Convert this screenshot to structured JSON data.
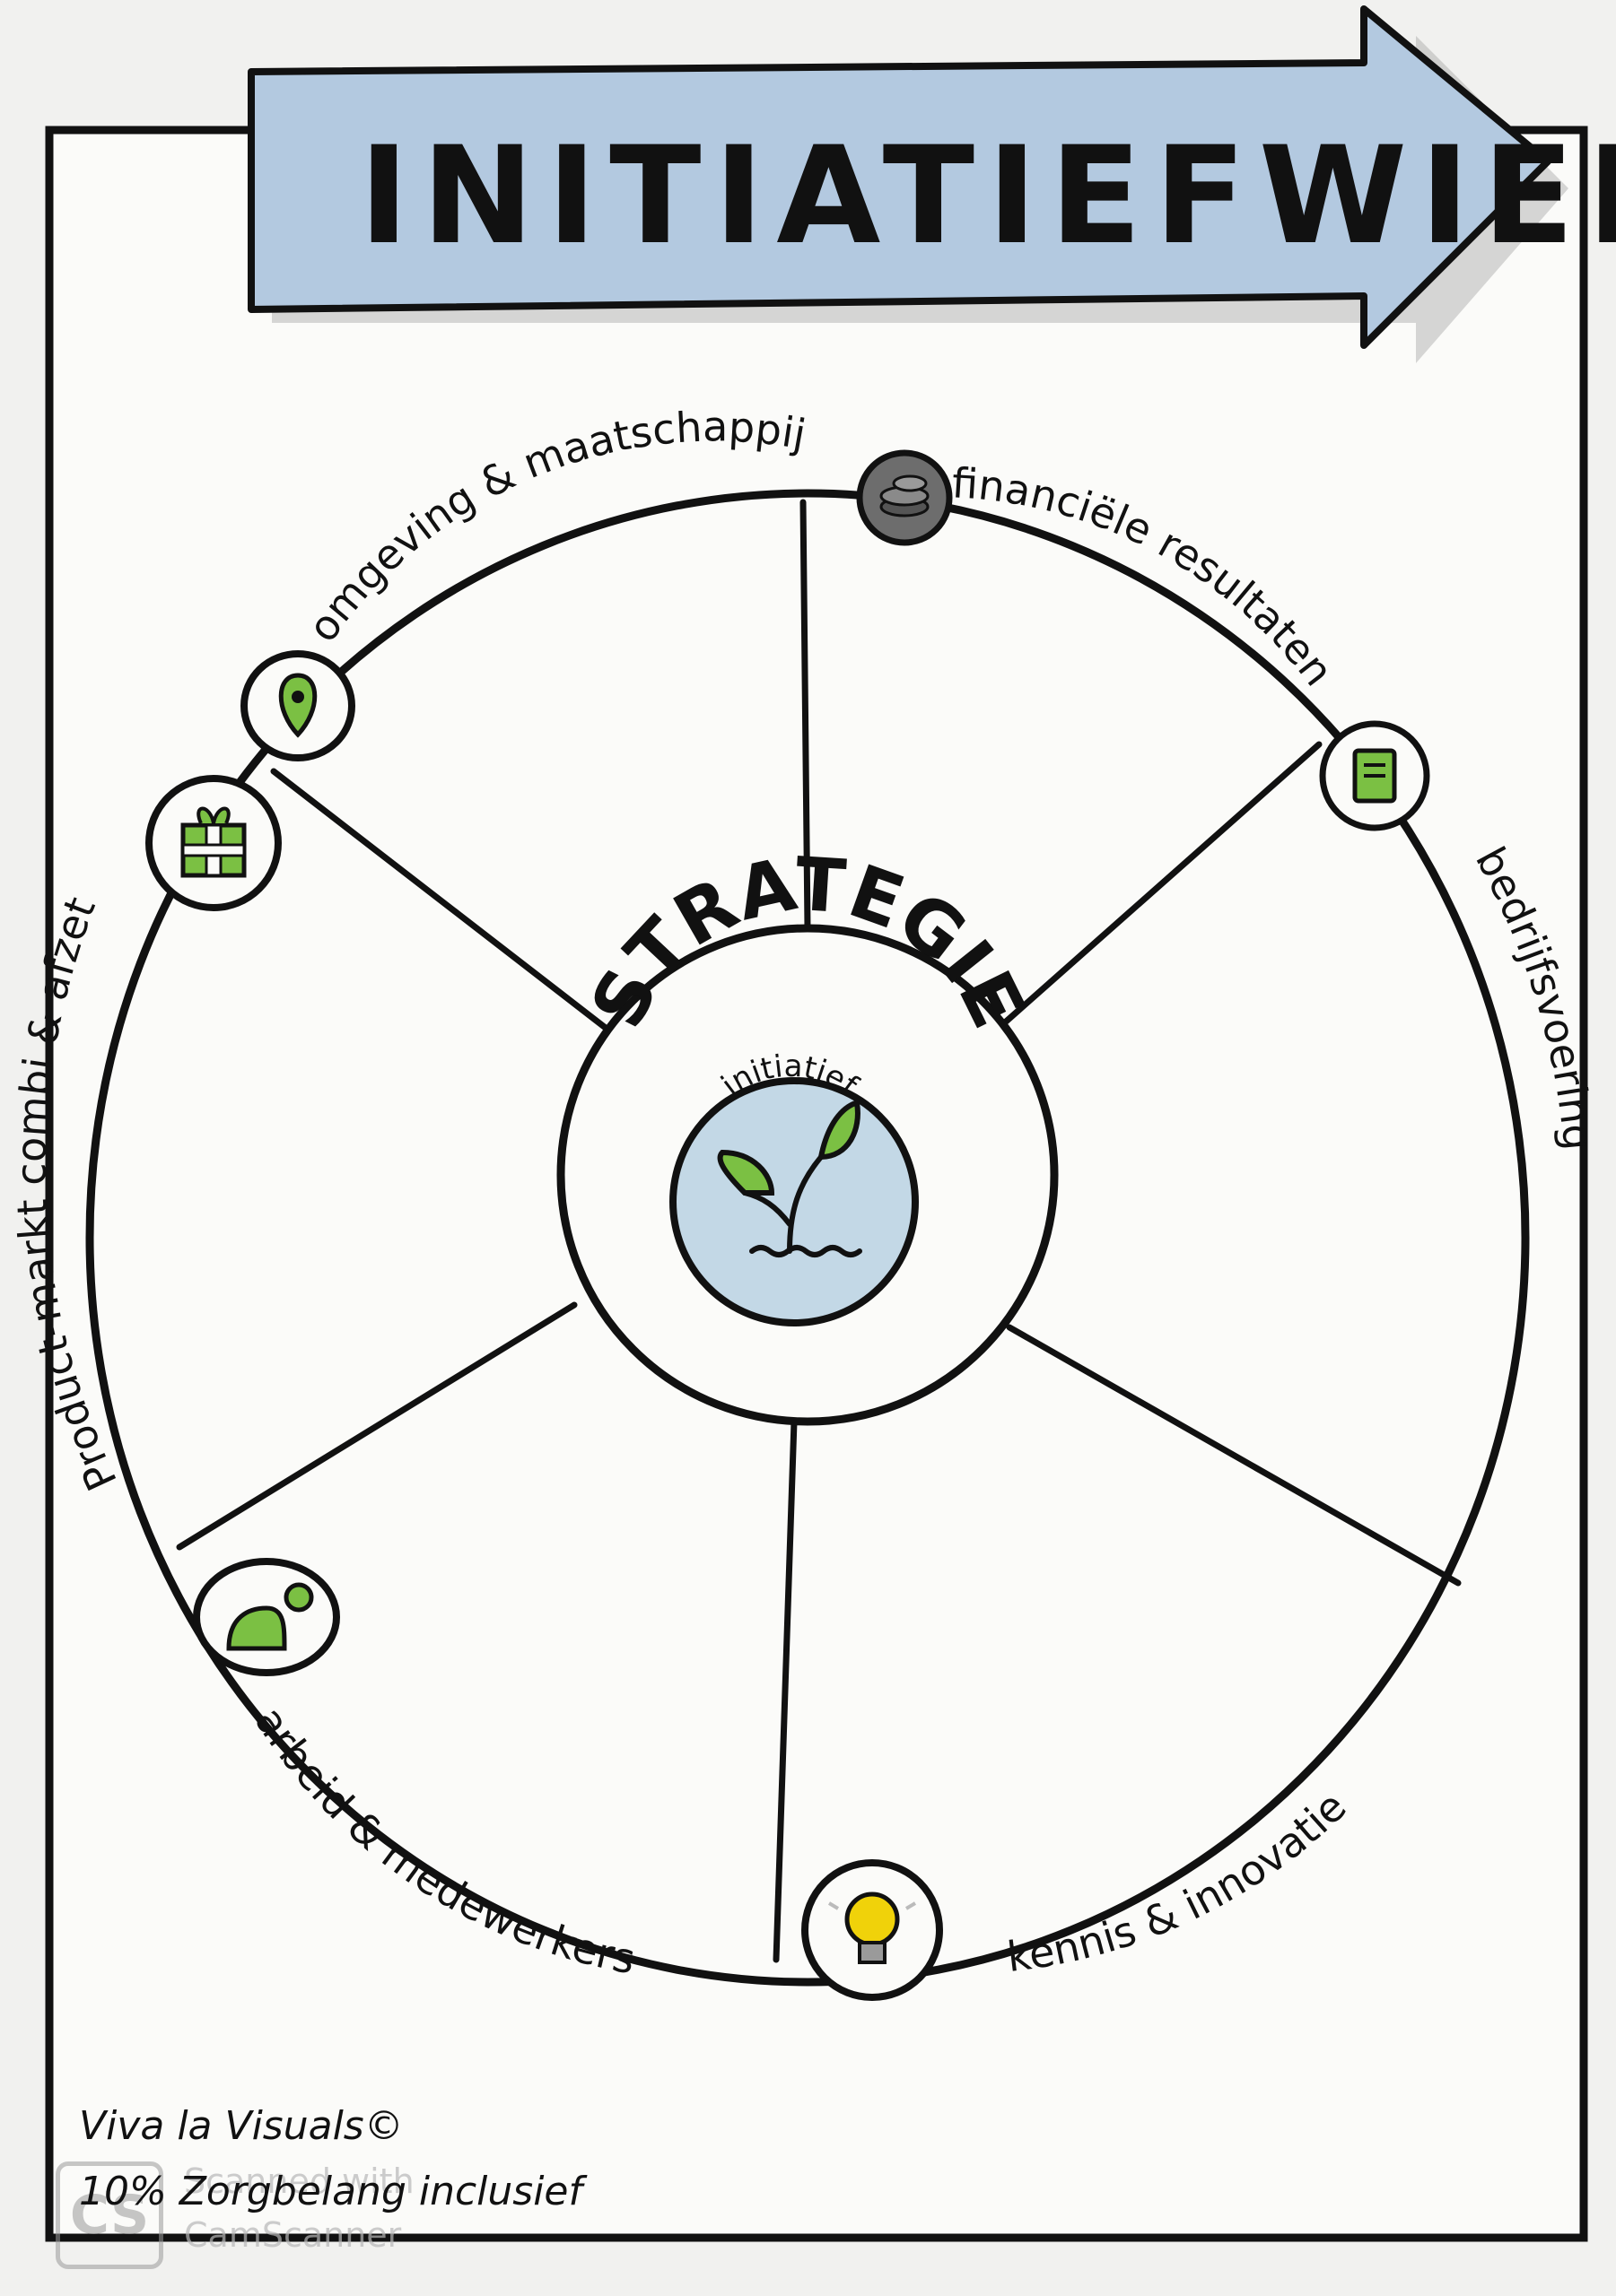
{
  "title": "INITIATIEFWIEL",
  "hub": {
    "outer_label": "STRATEGIE",
    "inner_label": "initiatief"
  },
  "segments": [
    {
      "label": "financiële resultaten",
      "icon": "coin-stack-icon"
    },
    {
      "label": "bedrijfsvoering",
      "icon": "document-icon"
    },
    {
      "label": "kennis & innovatie",
      "icon": "lightbulb-icon"
    },
    {
      "label": "arbeid & medewerkers",
      "icon": "person-icon"
    },
    {
      "label": "Product-markt combi & afzet",
      "icon": "gift-icon"
    },
    {
      "label": "omgeving & maatschappij",
      "icon": "location-pin-icon"
    }
  ],
  "credits": {
    "line1": "Viva la Visuals©",
    "line2": "10% Zorgbelang inclusief"
  },
  "watermark": {
    "badge": "CS",
    "line1": "Scanned with",
    "line2": "CamScanner"
  },
  "colors": {
    "banner_fill": "#b3c9e0",
    "hub_fill": "#c3d8e6",
    "accent_green": "#7bc043",
    "ink": "#111111",
    "icon_gray": "#8a8a8a"
  }
}
